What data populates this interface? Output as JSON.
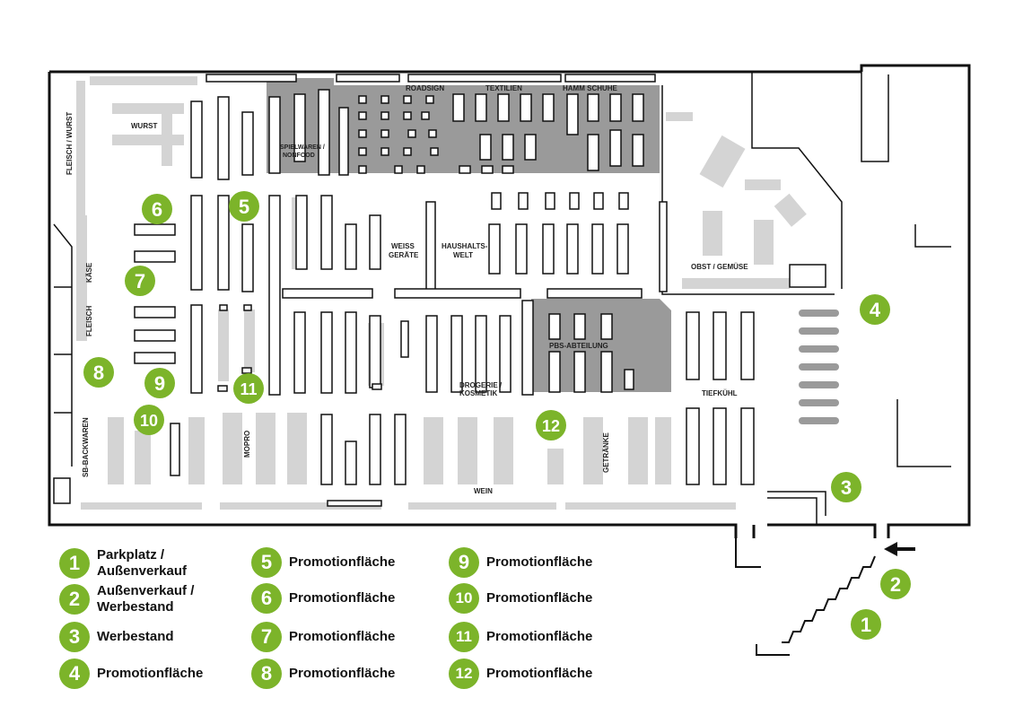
{
  "colors": {
    "accent": "#7cb42a",
    "wall": "#111111",
    "shelf_gray": "#d4d4d4",
    "zone_gray": "#9a9a9a"
  },
  "departments": {
    "wurst": "WURST",
    "fleisch_wurst": "FLEISCH / WURST",
    "kaese": "KÄSE",
    "fleisch": "FLEISCH",
    "sb_backwaren": "SB-BACKWAREN",
    "spielwaren": "SPIELWAREN /",
    "nonfood": "NONFOOD",
    "roadsign": "ROADSIGN",
    "textilien": "TEXTILIEN",
    "hamm_schuhe": "HAMM SCHUHE",
    "weiss": "WEISS",
    "geraete": "GERÄTE",
    "haushalts": "HAUSHALTS-",
    "welt": "WELT",
    "obst_gemuese": "OBST / GEMÜSE",
    "pbs": "PBS-ABTEILUNG",
    "drogerie": "DROGERIE /",
    "kosmetik": "KOSMETIK",
    "tiefkuehl": "TIEFKÜHL",
    "mopro": "MOPRO",
    "getraenke": "GETRÄNKE",
    "wein": "WEIN"
  },
  "map_badges": [
    "1",
    "2",
    "3",
    "4",
    "5",
    "6",
    "7",
    "8",
    "9",
    "10",
    "11",
    "12"
  ],
  "legend": [
    {
      "num": "1",
      "text": "Parkplatz /\nAußenverkauf"
    },
    {
      "num": "2",
      "text": "Außenverkauf /\nWerbestand"
    },
    {
      "num": "3",
      "text": "Werbestand"
    },
    {
      "num": "4",
      "text": "Promotionfläche"
    },
    {
      "num": "5",
      "text": "Promotionfläche"
    },
    {
      "num": "6",
      "text": "Promotionfläche"
    },
    {
      "num": "7",
      "text": "Promotionfläche"
    },
    {
      "num": "8",
      "text": "Promotionfläche"
    },
    {
      "num": "9",
      "text": "Promotionfläche"
    },
    {
      "num": "10",
      "text": "Promotionfläche"
    },
    {
      "num": "11",
      "text": "Promotionfläche"
    },
    {
      "num": "12",
      "text": "Promotionfläche"
    }
  ]
}
